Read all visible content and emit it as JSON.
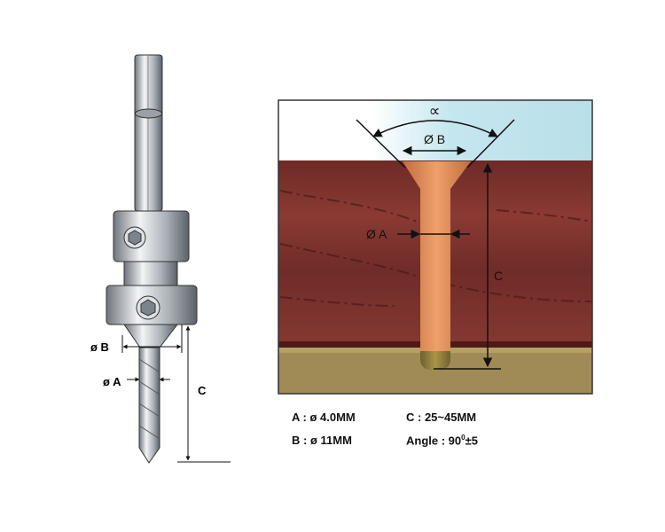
{
  "drill_labels": {
    "b": "ø B",
    "a": "ø A",
    "c": "C"
  },
  "section_labels": {
    "alpha": "∝",
    "b": "Ø B",
    "a": "Ø A",
    "c": "C"
  },
  "specs": [
    {
      "text": "A :  ø 4.0MM"
    },
    {
      "text": "C : 25~45MM"
    },
    {
      "text": "B :  ø 11MM"
    },
    {
      "text": "Angle : 90",
      "sup": "0",
      "suffix": "±5"
    }
  ],
  "colors": {
    "sky": "#bfe3ec",
    "wood": "#7a2f2a",
    "base": "#a08a55",
    "bit": "#d98a55"
  }
}
